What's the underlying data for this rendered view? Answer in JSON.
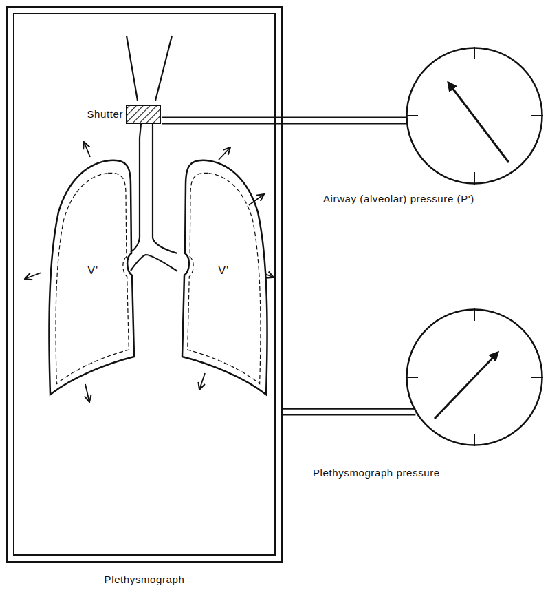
{
  "diagram": {
    "nodes": [
      {
        "text": [
          "Plethysmograph"
        ]
      },
      {
        "text": [
          "Shutter"
        ],
        "in": 0
      },
      {
        "text": [
          "V'"
        ],
        "in": 0
      },
      {
        "text": [
          "V'"
        ],
        "in": 0
      },
      {
        "text": [
          "Airway (alveolar) pressure (P')"
        ]
      },
      {
        "text": [
          "Plethysmograph pressure"
        ]
      }
    ],
    "edges": [
      {
        "from": 1,
        "to": 4,
        "arrow": "none"
      },
      {
        "from": 0,
        "to": 5,
        "arrow": "none"
      }
    ]
  }
}
